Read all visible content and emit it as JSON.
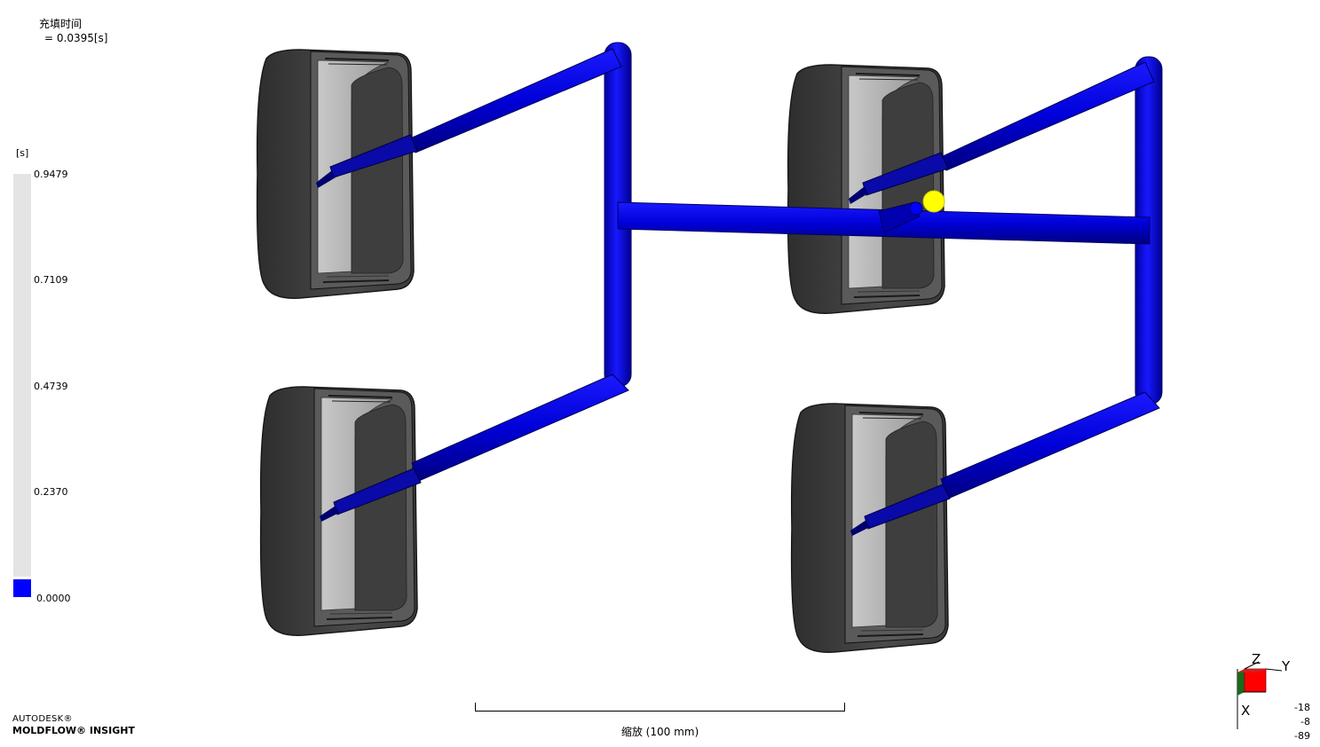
{
  "result": {
    "name": "充填时间",
    "value_line": "=   0.0395[s]"
  },
  "legend": {
    "unit": "[s]",
    "ticks": [
      "0.9479",
      "0.7109",
      "0.4739",
      "0.2370",
      "0.0000"
    ],
    "colors": {
      "unfilled": "#e4e4e4",
      "filled": "#0000ff"
    }
  },
  "brand": {
    "line1": "AUTODESK®",
    "line2": "MOLDFLOW® INSIGHT"
  },
  "scale": {
    "label": "缩放 (100 mm)"
  },
  "axes": {
    "z": "Z",
    "y": "Y",
    "x": "X",
    "orientation": [
      "-18",
      "-8",
      "-89"
    ]
  },
  "colors": {
    "runner": "#0000e0",
    "part_dark": "#3c3c3c",
    "part_light": "#b8b8b8",
    "injection_point": "#ffff00"
  }
}
